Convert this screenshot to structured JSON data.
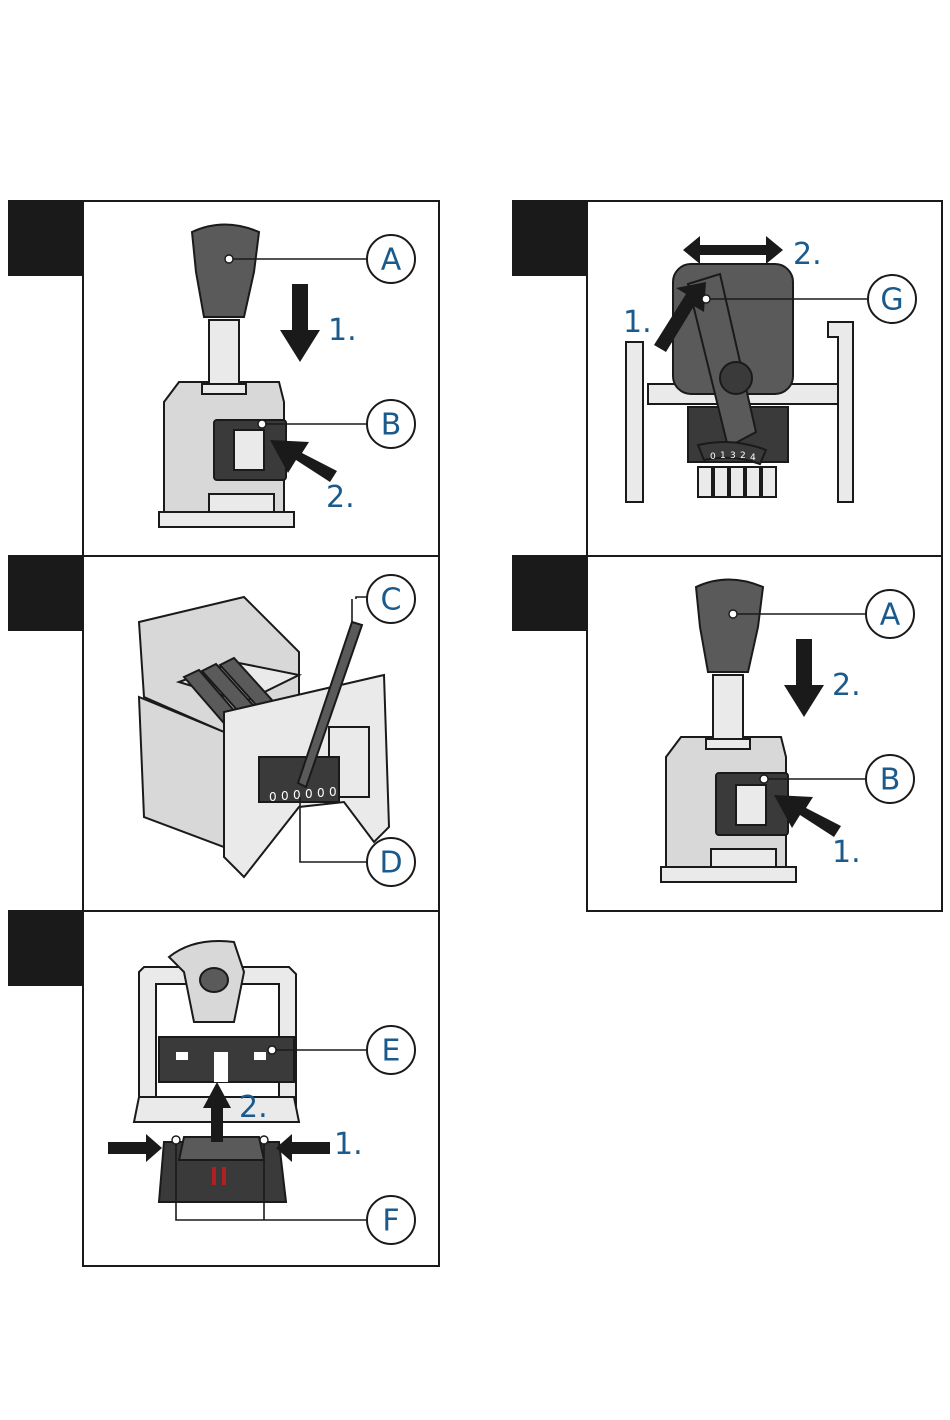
{
  "panels": [
    {
      "id": "p1",
      "callouts": [
        "A",
        "B"
      ],
      "steps": [
        "1.",
        "2."
      ]
    },
    {
      "id": "p2",
      "callouts": [
        "G"
      ],
      "steps": [
        "2.",
        "1."
      ],
      "dial_digits": [
        "0",
        "1",
        "3",
        "2",
        "4"
      ]
    },
    {
      "id": "p3",
      "callouts": [
        "C",
        "D"
      ],
      "counter_digits": [
        "0",
        "0",
        "0",
        "0",
        "0",
        "0"
      ]
    },
    {
      "id": "p4",
      "callouts": [
        "A",
        "B"
      ],
      "steps": [
        "2.",
        "1."
      ]
    },
    {
      "id": "p5",
      "callouts": [
        "E",
        "F"
      ],
      "steps": [
        "2.",
        "1."
      ]
    }
  ]
}
